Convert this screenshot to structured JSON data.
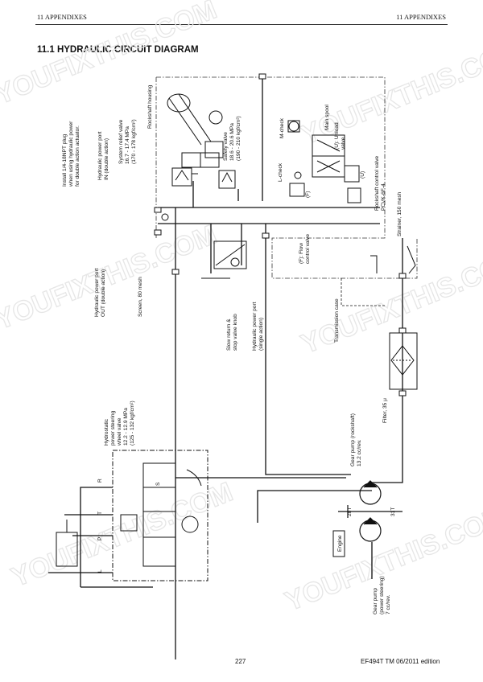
{
  "header": {
    "left": "11 APPENDIXES",
    "right": "11 APPENDIXES"
  },
  "title": "11.1  HYDRAULIC CIRCUIT DIAGRAM",
  "footer": {
    "page": "227",
    "edition": "EF494T TM 06/2011 edition"
  },
  "watermark": "YOUFIXTHIS.COM",
  "labels": {
    "plug": [
      "Install 1/4-18NPT plug",
      "when using hydraulic power",
      "for double action actuator."
    ],
    "port_in": [
      "Hydraulic power port",
      "IN (double action)"
    ],
    "relief": [
      "System relief valve",
      "16.7 - 17.4 MPa",
      "(170 - 178 kgf/cm²)"
    ],
    "housing": "Rockshaft housing",
    "safety": [
      "Safety valve",
      "18.6 - 20.6 MPa",
      "(190 - 210 kgf/cm²)"
    ],
    "mcheck": "M-check",
    "mainspool": "Main spool",
    "unload": [
      "(U): Unload",
      "valve"
    ],
    "lcheck": "L-check",
    "u_mark": "(U)",
    "f_mark": "(F)",
    "control": [
      "Rockshaft control valve",
      "PCVK-6F-4"
    ],
    "flow": [
      "(F): Flow",
      "control valve"
    ],
    "strainer": "Strainer, 150 mesh",
    "port_out": [
      "Hydraulic power port",
      "OUT (double action)"
    ],
    "screen": "Screen, 80 mesh",
    "slow": [
      "Slow return &",
      "stop valve knob"
    ],
    "single": [
      "Hydraulic power port",
      "(single action)"
    ],
    "trans": "Transmission case",
    "steer": [
      "Hydrostatic",
      "power steering",
      "wheel valve",
      "12.2 - 12.9 MPa",
      "(125 - 132 kgf/cm²)"
    ],
    "filter": "Filter, 35 μ",
    "pump_r": [
      "Gear pump (rockshaft)",
      "13.2 cc/rev."
    ],
    "pump_s": [
      "Gear pump",
      "(power steering)",
      "7 cc/rev."
    ],
    "engine": "Engine",
    "t28": "28T",
    "t31": "31T",
    "port_r": "R",
    "port_t": "T",
    "port_p": "P",
    "port_l": "L",
    "s_mark": "S"
  }
}
